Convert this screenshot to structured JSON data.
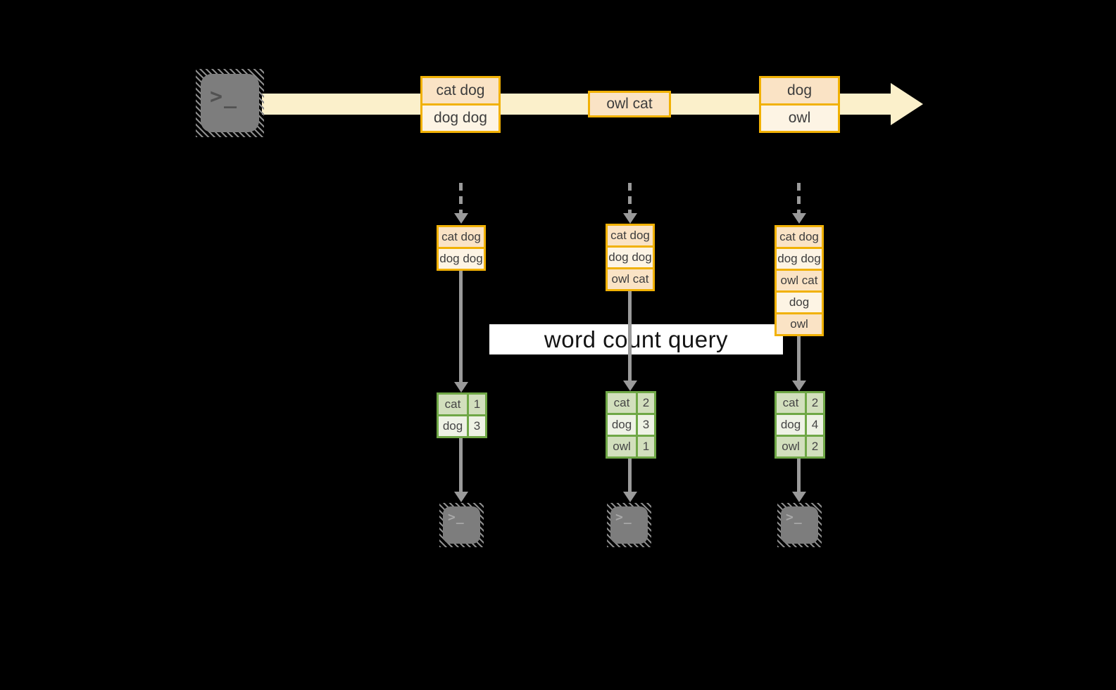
{
  "colors": {
    "background": "#000000",
    "stream_band": "#fbf0cb",
    "box_border": "#f1b104",
    "box_fill_dark": "#fae3c5",
    "box_fill_light": "#fdf4e4",
    "table_border": "#6fa746",
    "table_fill_dark": "#d2dfbd",
    "table_fill_light": "#eef2e5",
    "arrow_gray": "#9a9a9a",
    "terminal_gray": "#7d7d7d",
    "label_bg": "#ffffff"
  },
  "terminal": {
    "glyph": ">_"
  },
  "query_label": "word count query",
  "stream": {
    "boxes": [
      {
        "cells": [
          {
            "text": "cat dog"
          },
          {
            "text": "dog dog"
          }
        ]
      },
      {
        "cells": [
          {
            "text": "owl cat"
          }
        ]
      },
      {
        "cells": [
          {
            "text": "dog"
          },
          {
            "text": "owl"
          }
        ]
      }
    ]
  },
  "columns": [
    {
      "stack": [
        "cat dog",
        "dog dog"
      ],
      "result": [
        [
          "cat",
          "1"
        ],
        [
          "dog",
          "3"
        ]
      ]
    },
    {
      "stack": [
        "cat dog",
        "dog dog",
        "owl cat"
      ],
      "result": [
        [
          "cat",
          "2"
        ],
        [
          "dog",
          "3"
        ],
        [
          "owl",
          "1"
        ]
      ]
    },
    {
      "stack": [
        "cat dog",
        "dog dog",
        "owl cat",
        "dog",
        "owl"
      ],
      "result": [
        [
          "cat",
          "2"
        ],
        [
          "dog",
          "4"
        ],
        [
          "owl",
          "2"
        ]
      ]
    }
  ]
}
